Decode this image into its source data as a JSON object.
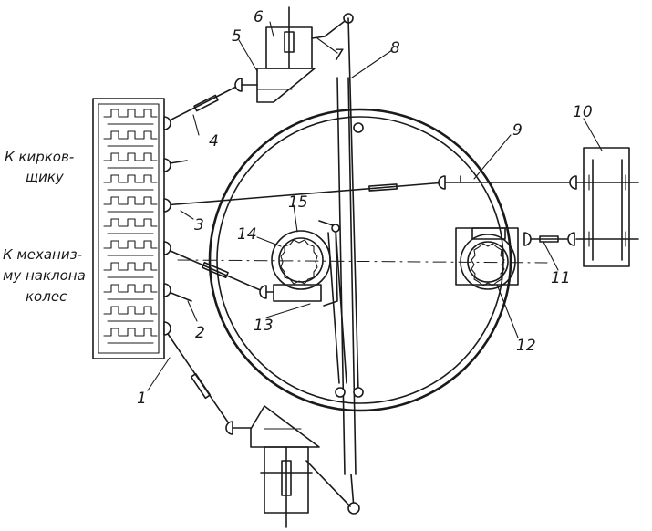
{
  "labels": {
    "scarifier": [
      "К кирков-",
      "щику"
    ],
    "tilt_mechanism": [
      "К механиз-",
      "му наклона",
      "колес"
    ]
  },
  "callouts": [
    "1",
    "2",
    "3",
    "4",
    "5",
    "6",
    "7",
    "8",
    "9",
    "10",
    "11",
    "12",
    "13",
    "14",
    "15"
  ]
}
